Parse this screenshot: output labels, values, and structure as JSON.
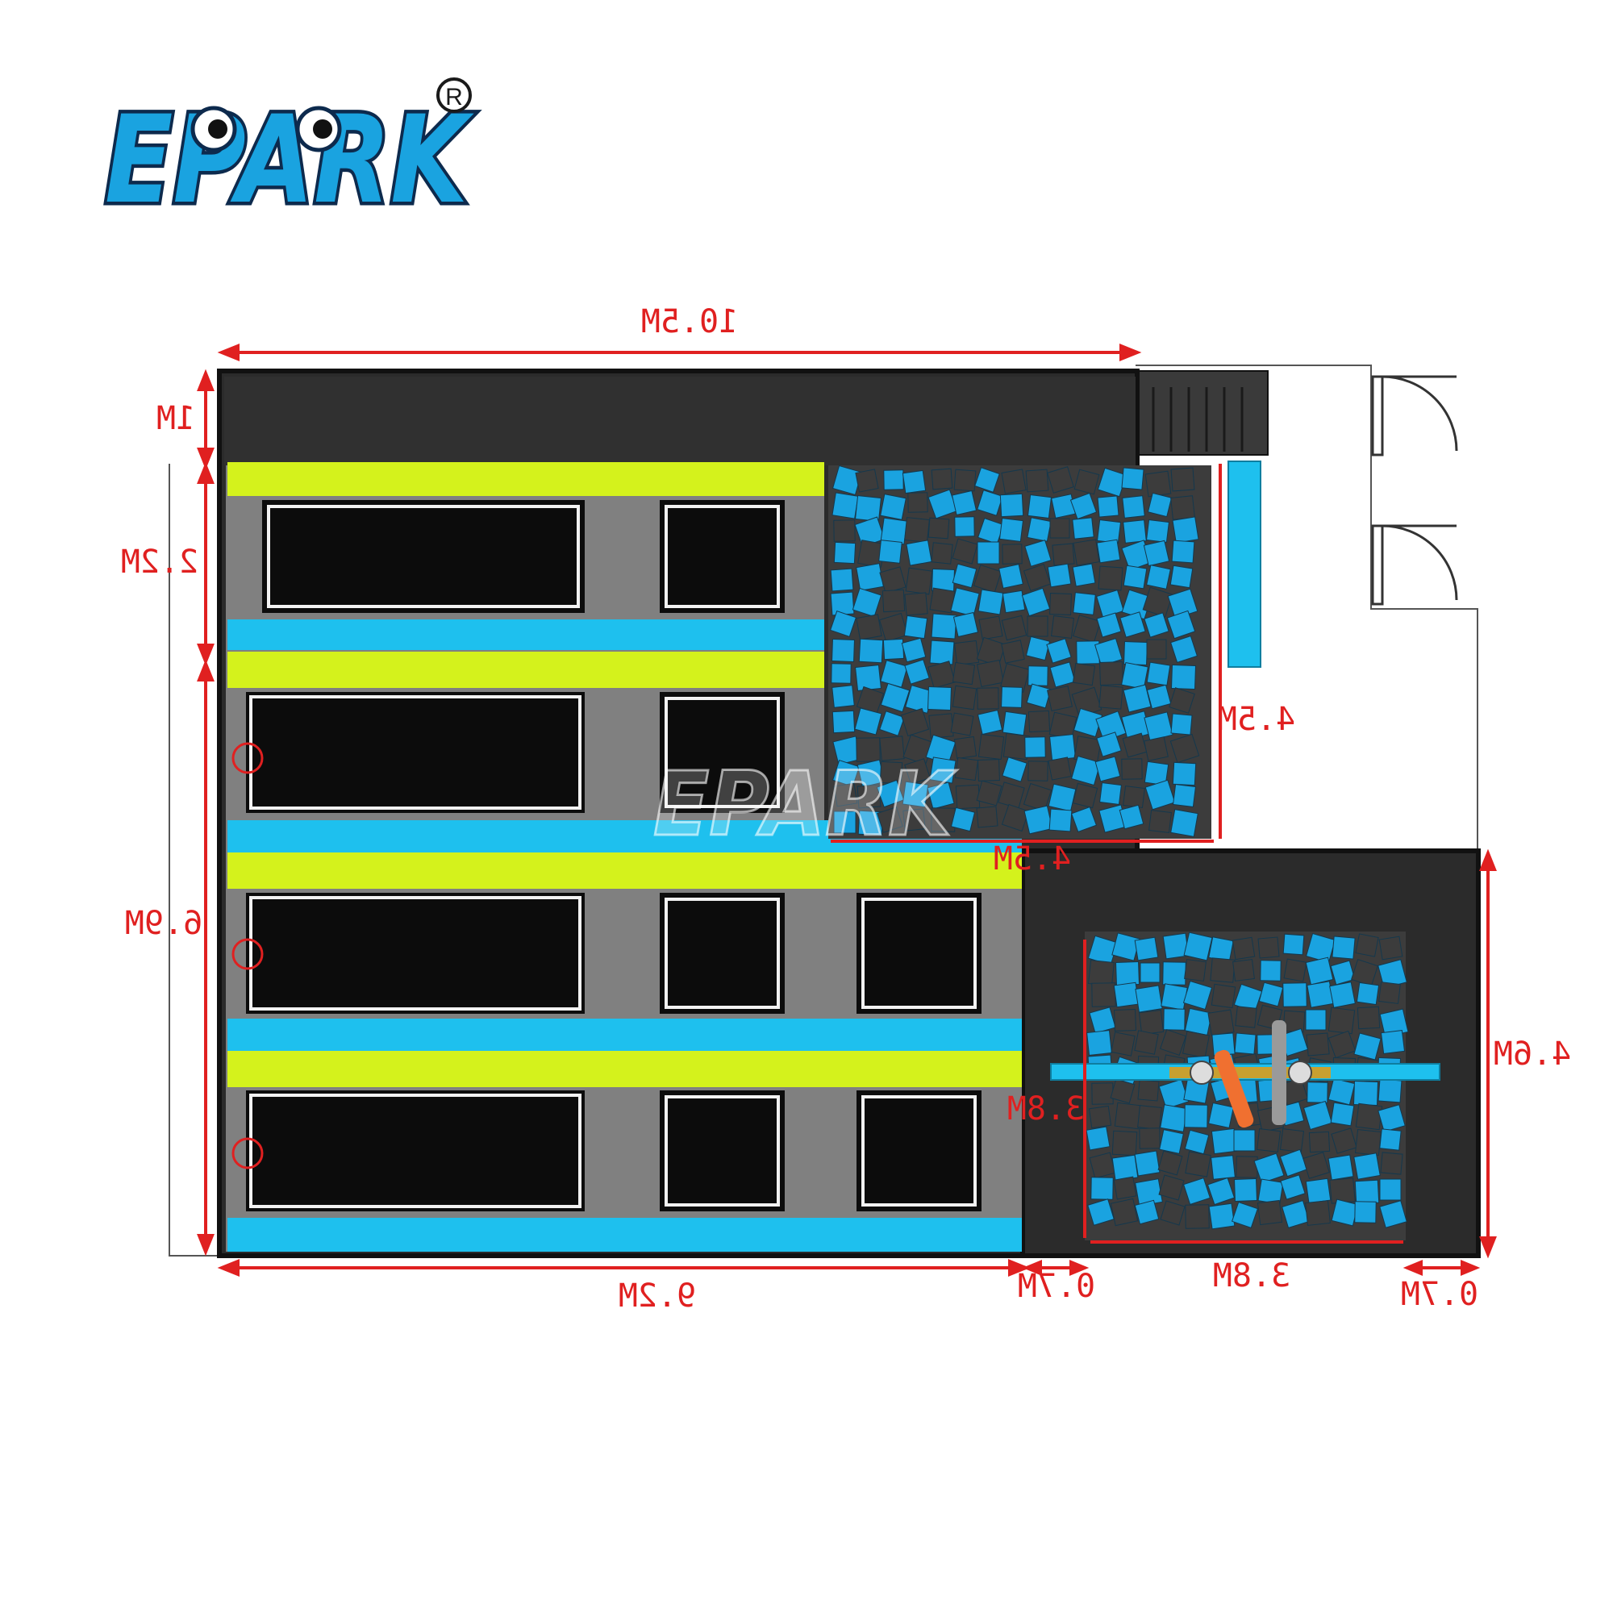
{
  "brand": {
    "logo_text": "EPARK",
    "registered_mark": "R",
    "watermark_text": "EPARK",
    "logo_color": "#1aa3e0",
    "logo_outline": "#0d2a4d"
  },
  "colors": {
    "wall_dark": "#2b2b2b",
    "floor_gray": "#808080",
    "mat_black": "#0c0c0c",
    "pad_lime": "#d4f21c",
    "pad_cyan": "#1ec0ee",
    "foam_blue": "#1aa3e0",
    "foam_gray": "#3c3c3c",
    "dimension_red": "#e02020",
    "beam_orange": "#f07030",
    "beam_gray": "#9a9a9a"
  },
  "dimensions": {
    "top_width": "10.5M",
    "left_top_band": "1M",
    "left_row_one": "2.2M",
    "left_lower_rows": "6.9M",
    "foam_pit_height": "4.5M",
    "foam_pit_width": "4.5M",
    "battle_pit_height": "3.8M",
    "battle_pit_width": "3.8M",
    "right_section_height": "4.6M",
    "bottom_main_width": "9.2M",
    "bottom_gap_left": "0.7M",
    "bottom_gap_right": "0.7M"
  },
  "areas": [
    {
      "id": "trampoline-row-1",
      "mats": 2
    },
    {
      "id": "trampoline-row-2",
      "mats": 2
    },
    {
      "id": "trampoline-row-3",
      "mats": 3
    },
    {
      "id": "trampoline-row-4",
      "mats": 3
    },
    {
      "id": "foam-pit"
    },
    {
      "id": "battle-beam-pit"
    },
    {
      "id": "stairs"
    },
    {
      "id": "entrance-doors",
      "count": 2
    }
  ],
  "markers": {
    "basketball_hoops": 3
  }
}
